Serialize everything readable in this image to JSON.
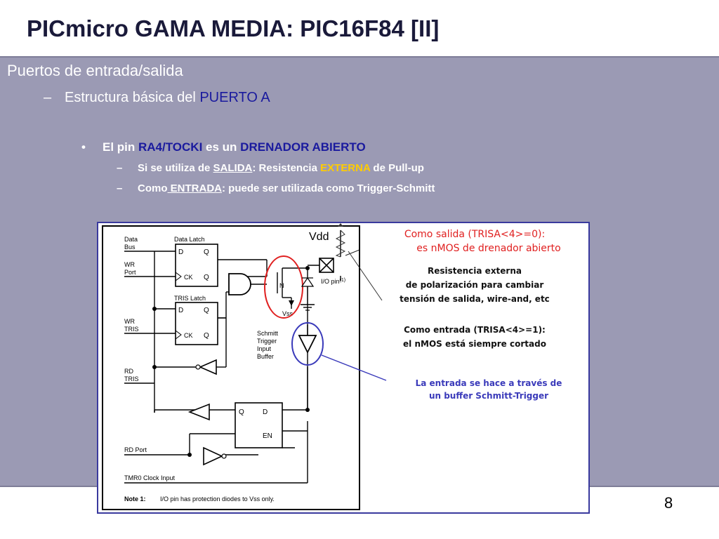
{
  "title": "PICmicro GAMA MEDIA: PIC16F84 [II]",
  "bullets": {
    "level1": "Puertos de entrada/salida",
    "level2_prefix": "Estructura básica del ",
    "level2_highlight": "PUERTO A",
    "level3": {
      "part1": "El pin ",
      "part2": "RA4/TOCKI",
      "part3": " es un ",
      "part4": "DRENADOR ABIERTO"
    },
    "level4a": {
      "part1": "Si se utiliza de ",
      "part2": "SALIDA",
      "part3": ": Resistencia ",
      "part4": "EXTERNA",
      "part5": " de Pull-up"
    },
    "level4b": {
      "part1": "Como",
      "part2": " ENTRADA",
      "part3": ": puede ser utilizada como Trigger-Schmitt"
    }
  },
  "diagram": {
    "labels": {
      "data_bus": [
        "Data",
        "Bus"
      ],
      "wr_port": [
        "WR",
        "Port"
      ],
      "wr_tris": [
        "WR",
        "TRIS"
      ],
      "rd_tris": [
        "RD",
        "TRIS"
      ],
      "rd_port": "RD Port",
      "tmr0": "TMR0 Clock Input",
      "data_latch": "Data Latch",
      "tris_latch": "TRIS Latch",
      "d": "D",
      "q": "Q",
      "ck": "CK",
      "en": "EN",
      "n": "N",
      "vss": "Vss",
      "vdd": "Vdd",
      "pin": "I/O pin",
      "pin_note": "(1)",
      "schmitt": [
        "Schmitt",
        "Trigger",
        "Input",
        "Buffer"
      ],
      "note_label": "Note  1:",
      "note_text": "I/O pin has protection diodes to Vss only."
    },
    "annotations": {
      "salida": [
        "Como salida (TRISA<4>=0):",
        "es nMOS de drenador abierto"
      ],
      "resistencia": [
        "Resistencia externa",
        "de polarización para cambiar",
        "tensión de salida, wire-and, etc"
      ],
      "entrada": [
        "Como entrada (TRISA<4>=1):",
        "el nMOS está siempre cortado"
      ],
      "buffer": [
        "La entrada se hace a través de",
        "un buffer Schmitt-Trigger"
      ]
    },
    "colors": {
      "highlight_red": "#e02020",
      "highlight_blue": "#3a3aba",
      "annotation_dark": "#111111"
    }
  },
  "page_number": "8"
}
